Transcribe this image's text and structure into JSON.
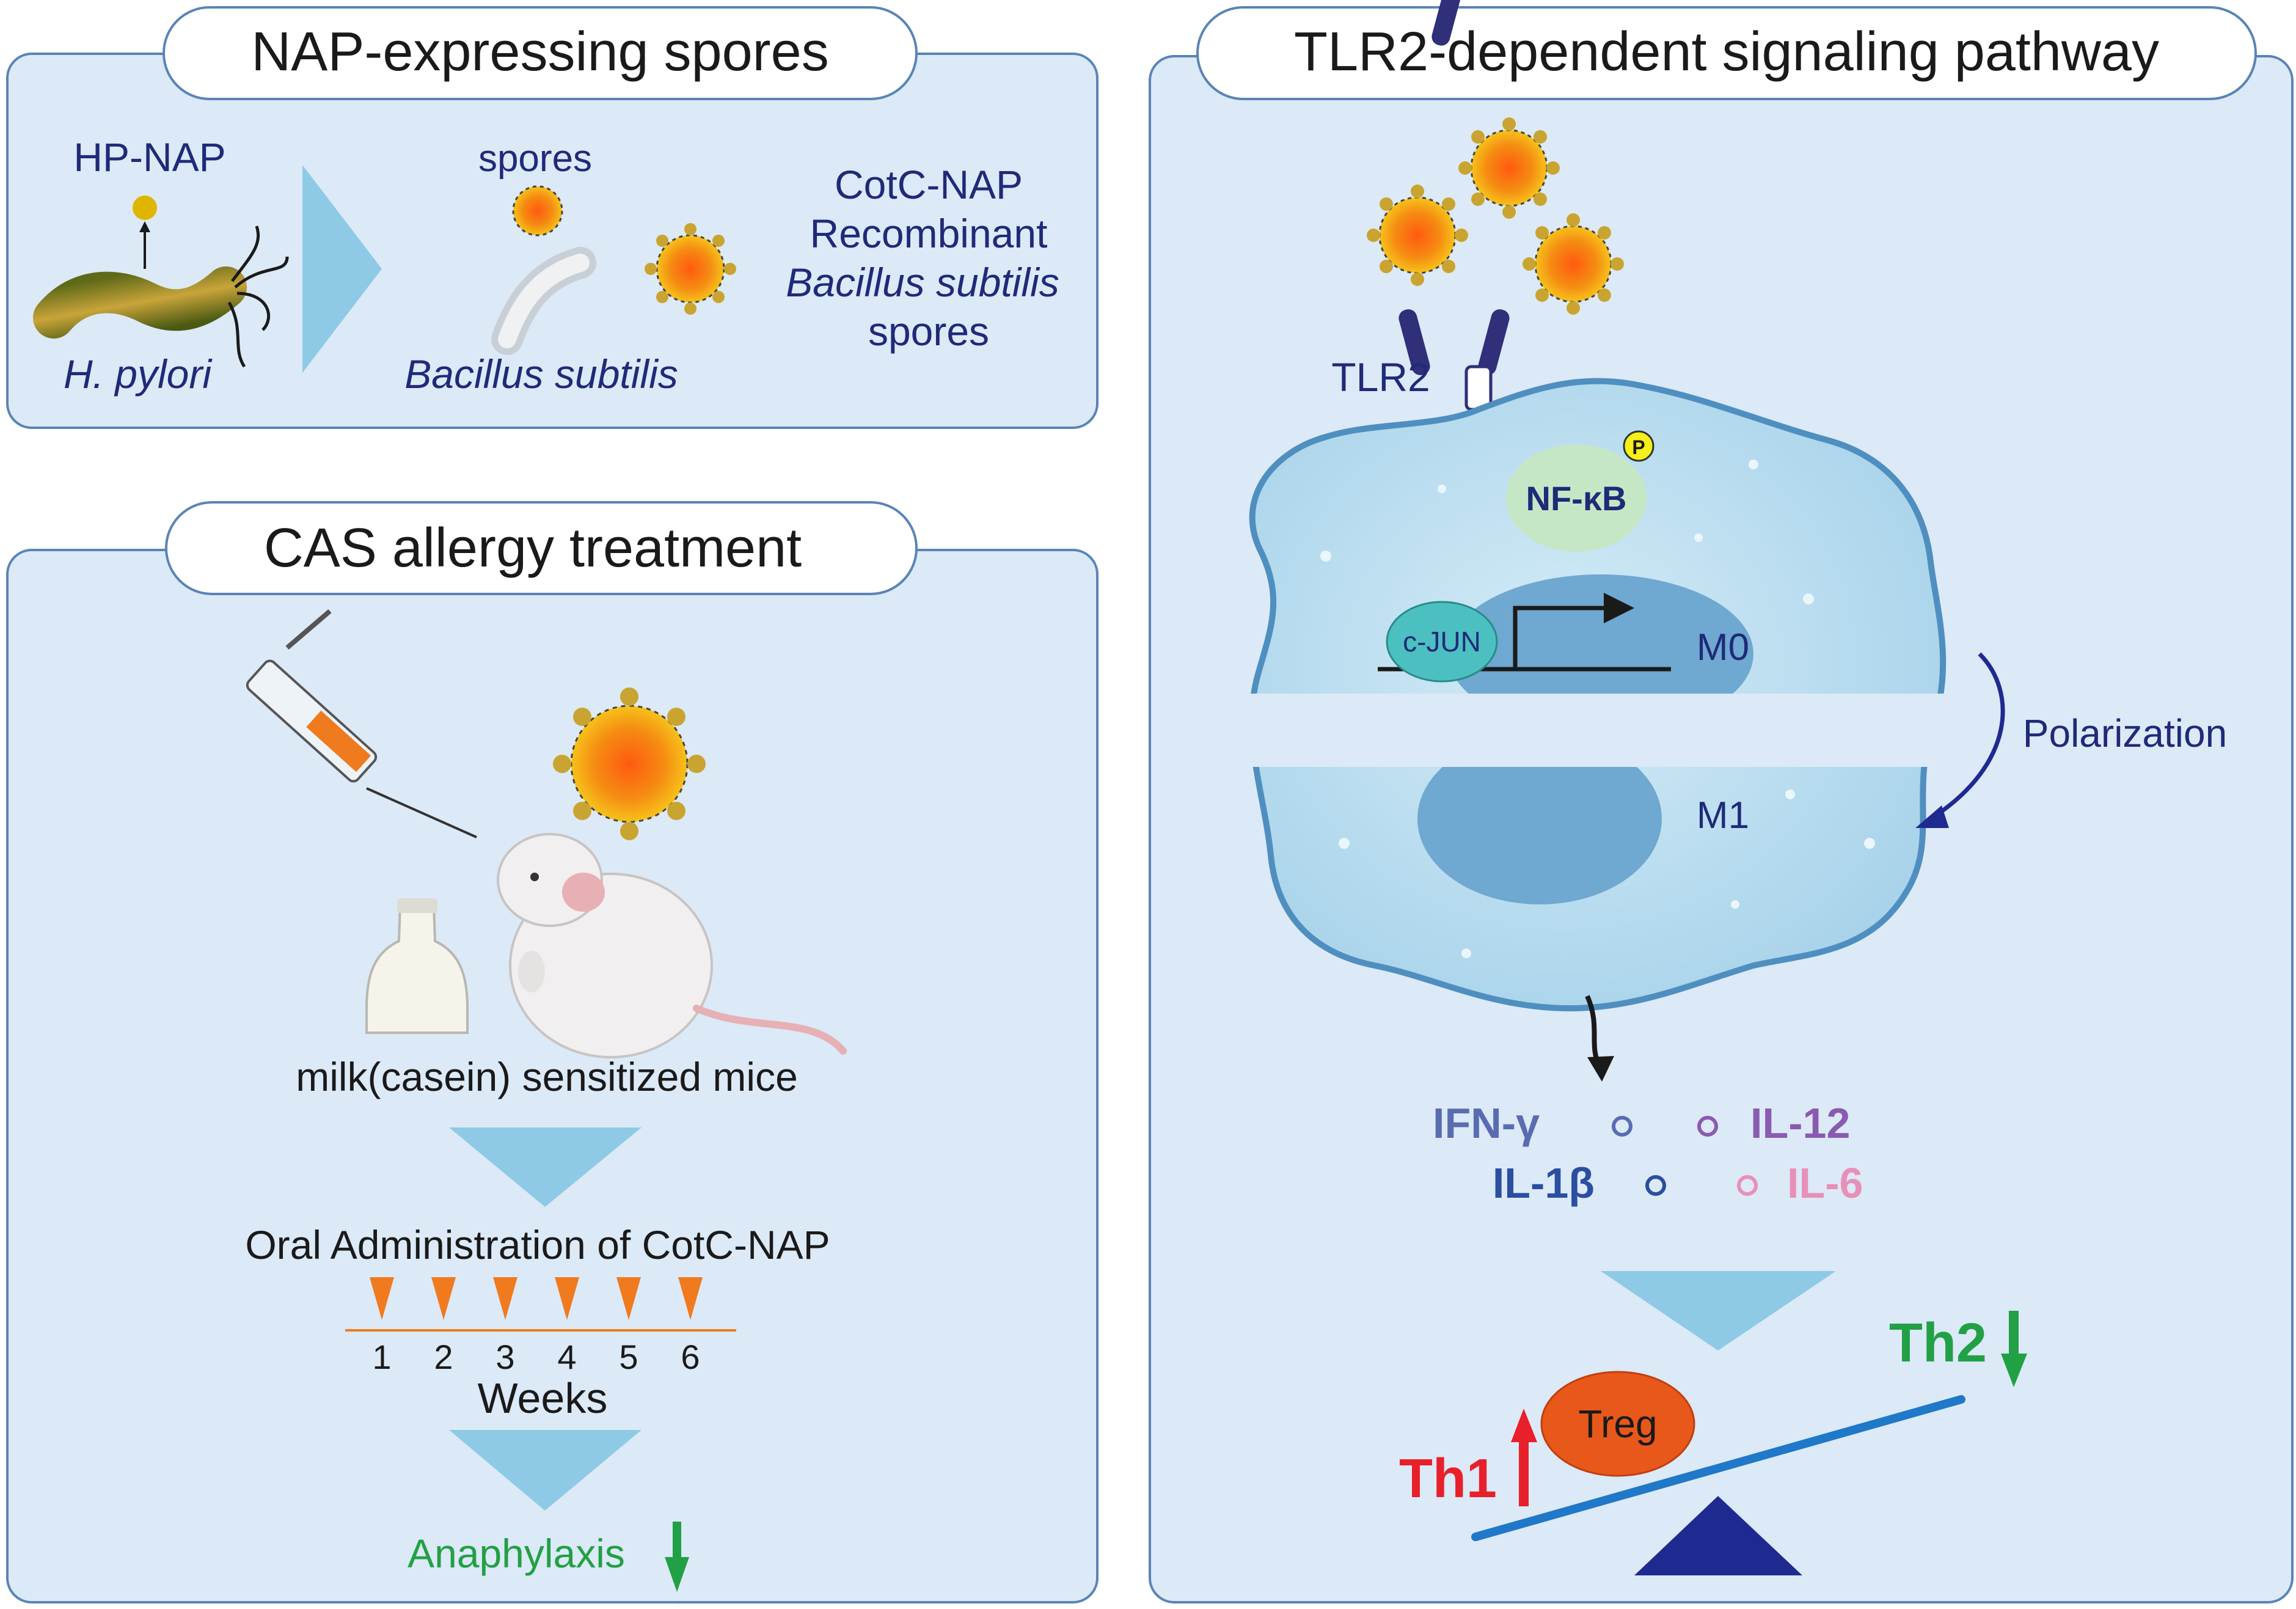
{
  "colors": {
    "panel_fill": "#dce9f7",
    "panel_stroke": "#5a84b5",
    "navy_text": "#1f2a78",
    "arrow_cyan": "#8ecae6",
    "spore_gold": "#f2a900",
    "cell_fill": "#bfdff0",
    "cell_stroke": "#4f8fc0",
    "nucleus": "#6fa8d0",
    "green": "#22a045",
    "red": "#e8202a",
    "orange_triangle": "#f07a1e",
    "treg": "#e8581a",
    "ifn": "#5a6cb0",
    "il12": "#8a5ab0",
    "il1b": "#2a4ea0",
    "il6": "#e890b8",
    "seesaw_beam": "#1f78c8",
    "fulcrum": "#1f2a90"
  },
  "panel_nap": {
    "title": "NAP-expressing spores",
    "hp_nap": "HP-NAP",
    "h_pylori": "H. pylori",
    "spores": "spores",
    "bacillus": "Bacillus subtilis",
    "cotc_lines": [
      "CotC-NAP",
      "Recombinant",
      "Bacillus subtilis",
      "spores"
    ]
  },
  "panel_cas": {
    "title": "CAS allergy treatment",
    "mice": "milk(casein) sensitized mice",
    "oral": "Oral Administration of CotC-NAP",
    "weeks": [
      "1",
      "2",
      "3",
      "4",
      "5",
      "6"
    ],
    "weeks_label": "Weeks",
    "anaphylaxis": "Anaphylaxis"
  },
  "panel_tlr": {
    "title": "TLR2-dependent signaling pathway",
    "tlr2": "TLR2",
    "phospho": "P",
    "nfkb": "NF-κB",
    "cjun": "c-JUN",
    "m0": "M0",
    "m1": "M1",
    "polarization": "Polarization",
    "ifn": "IFN-γ",
    "il12": "IL-12",
    "il1b": "IL-1β",
    "il6": "IL-6",
    "th2": "Th2",
    "th1": "Th1",
    "treg": "Treg"
  }
}
